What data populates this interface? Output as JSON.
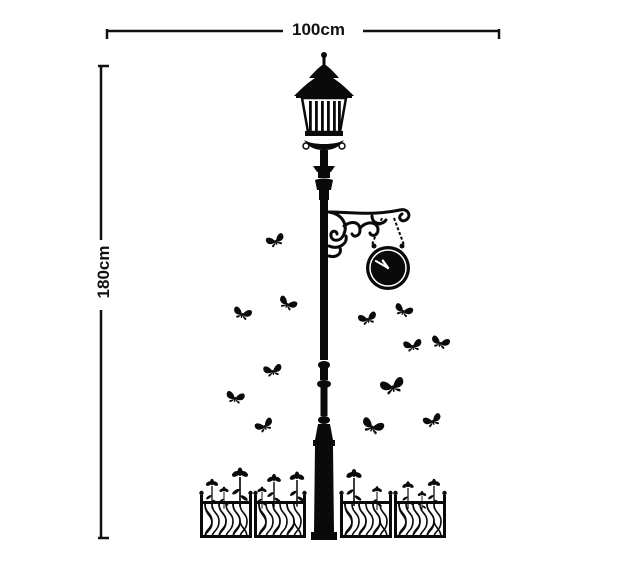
{
  "dimensions": {
    "width_label": "100cm",
    "height_label": "180cm"
  },
  "clock": {
    "hour": 10,
    "minute": 50
  },
  "colors": {
    "ink": "#0a0a0a",
    "background": "#ffffff"
  },
  "icons": [
    "street-lamp-icon",
    "clock-icon",
    "butterfly-icon",
    "flower-icon",
    "fence-icon"
  ]
}
